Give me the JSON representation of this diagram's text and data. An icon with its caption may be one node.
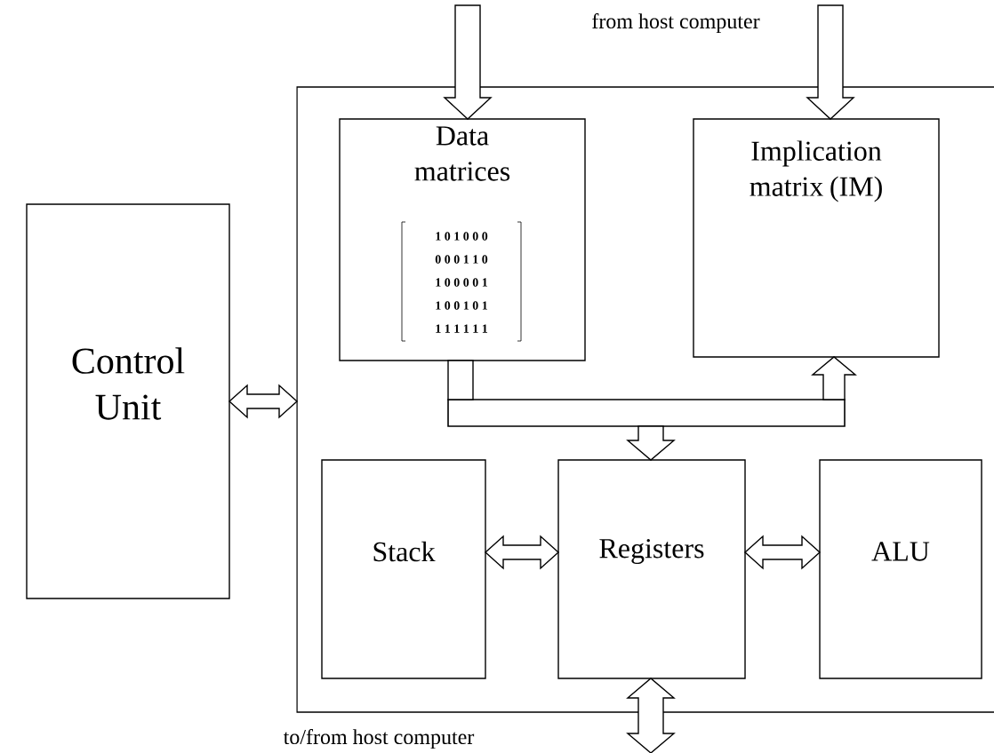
{
  "diagram": {
    "nodes": [
      {
        "text": [
          "Control Unit"
        ]
      },
      {
        "text": [],
        "shape": "box"
      },
      {
        "text": [
          "Data matrices"
        ],
        "in": 1
      },
      {
        "text": [
          "Implication matrix (IM)"
        ],
        "in": 1
      },
      {
        "text": [
          "Stack"
        ],
        "in": 1
      },
      {
        "text": [
          "Registers"
        ],
        "in": 1
      },
      {
        "text": [
          "ALU"
        ],
        "in": 1
      },
      {
        "text": [],
        "shape": "bar",
        "in": 1
      }
    ],
    "edges": [
      {
        "from": null,
        "to": 2,
        "arrow": "to"
      },
      {
        "from": null,
        "to": 3,
        "arrow": "to"
      },
      {
        "from": 0,
        "to": 1,
        "arrow": "both"
      },
      {
        "from": 2,
        "to": 7,
        "arrow": "none"
      },
      {
        "from": 7,
        "to": 3,
        "arrow": "to"
      },
      {
        "from": 7,
        "to": 5,
        "arrow": "to"
      },
      {
        "from": 4,
        "to": 5,
        "arrow": "both"
      },
      {
        "from": 5,
        "to": 6,
        "arrow": "both"
      },
      {
        "from": 5,
        "to": null,
        "arrow": "both"
      }
    ],
    "labels": [
      "from host computer",
      "1 0 1 0 0 0",
      "0 0 0 1 1 0",
      "1 0 0 0 0 1",
      "1 0 0 1 0 1",
      "1 1 1 1 1 1",
      "to/from host computer"
    ]
  }
}
